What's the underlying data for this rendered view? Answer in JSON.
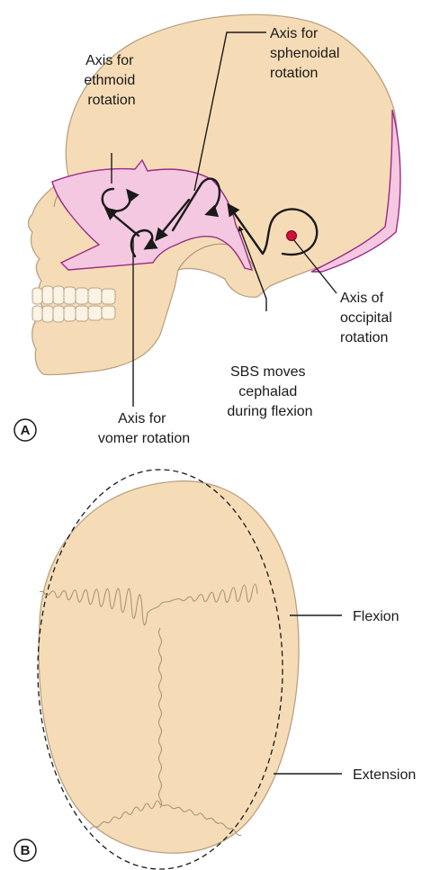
{
  "panel_a": {
    "letter": "A",
    "labels": {
      "ethmoid": [
        "Axis for",
        "ethmoid",
        "rotation"
      ],
      "sphenoidal": [
        "Axis for",
        "sphenoidal",
        "rotation"
      ],
      "occipital": [
        "Axis of",
        "occipital",
        "rotation"
      ],
      "sbs": [
        "SBS moves",
        "cephalad",
        "during flexion"
      ],
      "vomer": [
        "Axis for",
        "vomer rotation"
      ]
    }
  },
  "panel_b": {
    "letter": "B",
    "labels": {
      "flexion": "Flexion",
      "extension": "Extension"
    }
  },
  "colors": {
    "bone": "#f6dcb6",
    "highlight_pink": "#f4c8e0",
    "highlight_edge": "#9a2a88",
    "occipital_dot": "#d0103a"
  }
}
